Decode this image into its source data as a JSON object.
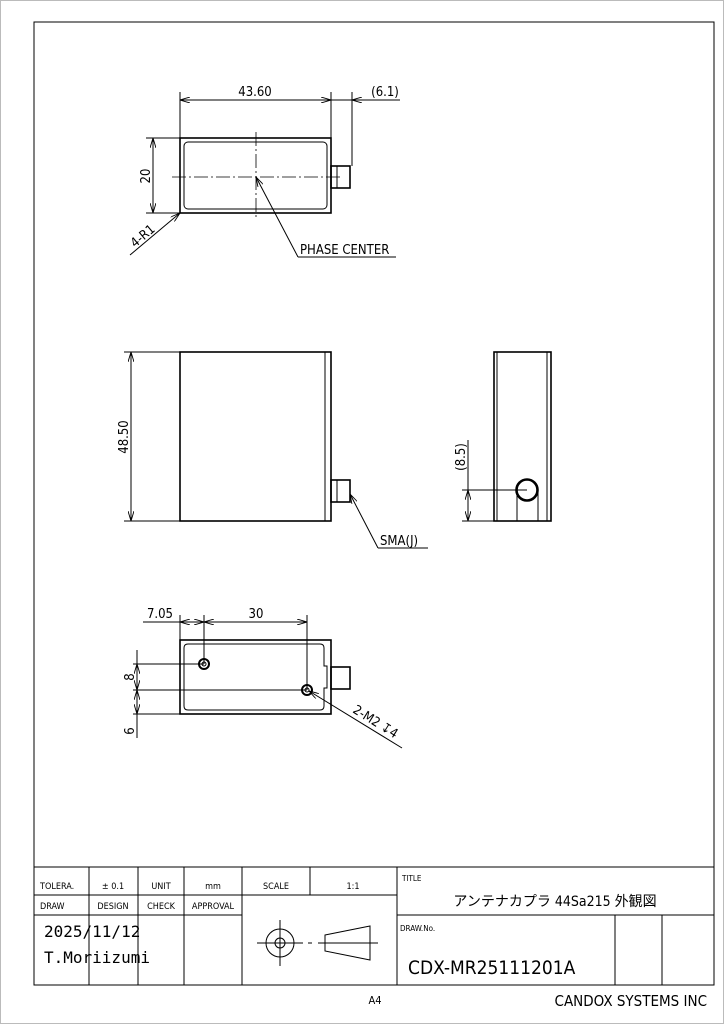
{
  "top_view": {
    "width_dim": "43.60",
    "connector_dim": "(6.1)",
    "height_dim": "20",
    "radius_note": "4-R1",
    "phase_center_label": "PHASE CENTER"
  },
  "front_view": {
    "height_dim": "48.50",
    "connector_label": "SMA(J)"
  },
  "side_view": {
    "connector_height_dim": "(8.5)"
  },
  "bottom_view": {
    "hole_x_dim": "7.05",
    "hole_spacing_dim": "30",
    "hole_y_dim_1": "8",
    "hole_y_dim_2": "6",
    "hole_note": "2-M2 ↧4"
  },
  "title_block": {
    "tolerance_label": "TOLERA.",
    "tolerance_value": "± 0.1",
    "unit_label": "UNIT",
    "unit_value": "mm",
    "scale_label": "SCALE",
    "scale_value": "1:1",
    "draw_label": "DRAW",
    "design_label": "DESIGN",
    "check_label": "CHECK",
    "approval_label": "APPROVAL",
    "date": "2025/11/12",
    "drawer": "T.Moriizumi",
    "title_label": "TITLE",
    "title": "アンテナカプラ 44Sa215 外観図",
    "drawing_no_label": "DRAW.No.",
    "drawing_no": "CDX-MR25111201A",
    "paper_size": "A4",
    "company": "CANDOX SYSTEMS INC"
  }
}
